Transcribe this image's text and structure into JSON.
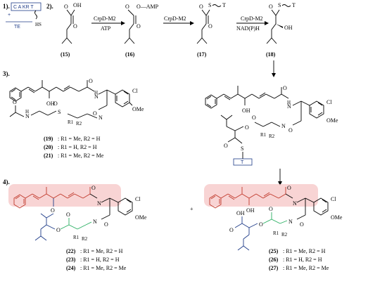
{
  "sections": {
    "s1": "1).",
    "s2": "2).",
    "s3": "3).",
    "s4": "4)."
  },
  "domains": {
    "module": "C A KR T",
    "plus": "+",
    "te": "TE",
    "hs": "HS",
    "t_box": "T"
  },
  "step2": {
    "arrow1_top": "CrpD-M2",
    "arrow1_bottom": "ATP",
    "arrow2_top": "CrpD-M2",
    "arrow3_top": "CrpD-M2",
    "arrow3_bottom": "NAD(P)H",
    "amp": "O—AMP",
    "s_t": "S",
    "t": "T",
    "oh": "OH",
    "o": "O",
    "compounds": [
      "(15)",
      "(16)",
      "(17)",
      "(18)"
    ]
  },
  "step3": {
    "oh": "OH",
    "o": "O",
    "nh": "N",
    "h": "H",
    "cl": "Cl",
    "ome": "OMe",
    "s": "S",
    "r1": "R1",
    "r2": "R2",
    "compounds": [
      {
        "id": "(19)",
        "desc": ": R1 = Me, R2 = H"
      },
      {
        "id": "(20)",
        "desc": ": R1 = H, R2 = H"
      },
      {
        "id": "(21)",
        "desc": ": R1 = Me, R2 = Me"
      }
    ]
  },
  "step4": {
    "plus": "+",
    "oh": "OH",
    "ho": "OH",
    "cl": "Cl",
    "ome": "OMe",
    "left_compounds": [
      {
        "id": "(22)",
        "desc": ": R1 = Me, R2 = H"
      },
      {
        "id": "(23)",
        "desc": ": R1 = H, R2 = H"
      },
      {
        "id": "(24)",
        "desc": ": R1 = Me, R2 = Me"
      }
    ],
    "right_compounds": [
      {
        "id": "(25)",
        "desc": ": R1 = Me, R2 = H"
      },
      {
        "id": "(26)",
        "desc": ": R1 = H, R2 = H"
      },
      {
        "id": "(27)",
        "desc": ": R1 = Me, R2 = Me"
      }
    ]
  },
  "colors": {
    "red": "#c0392b",
    "blue": "#1f3c88",
    "green": "#27ae60",
    "highlight": "#f5c6c6"
  }
}
